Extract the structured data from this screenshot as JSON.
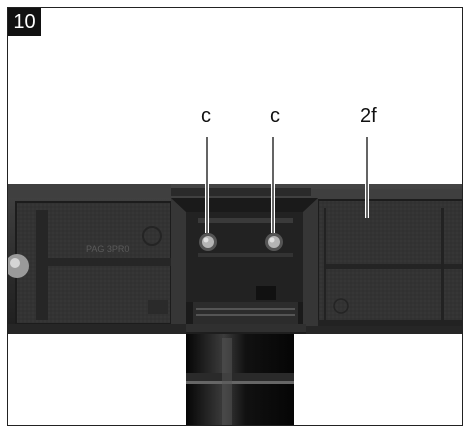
{
  "figure": {
    "step_number": "10",
    "callouts": [
      {
        "label": "c"
      },
      {
        "label": "c"
      },
      {
        "label": "2f"
      }
    ],
    "part_marking": "PAG 3PR0",
    "colors": {
      "badge_bg": "#111111",
      "plastic_dark": "#2b2b2b",
      "plastic_mid": "#3a3a3a",
      "pole_black": "#151515"
    }
  }
}
